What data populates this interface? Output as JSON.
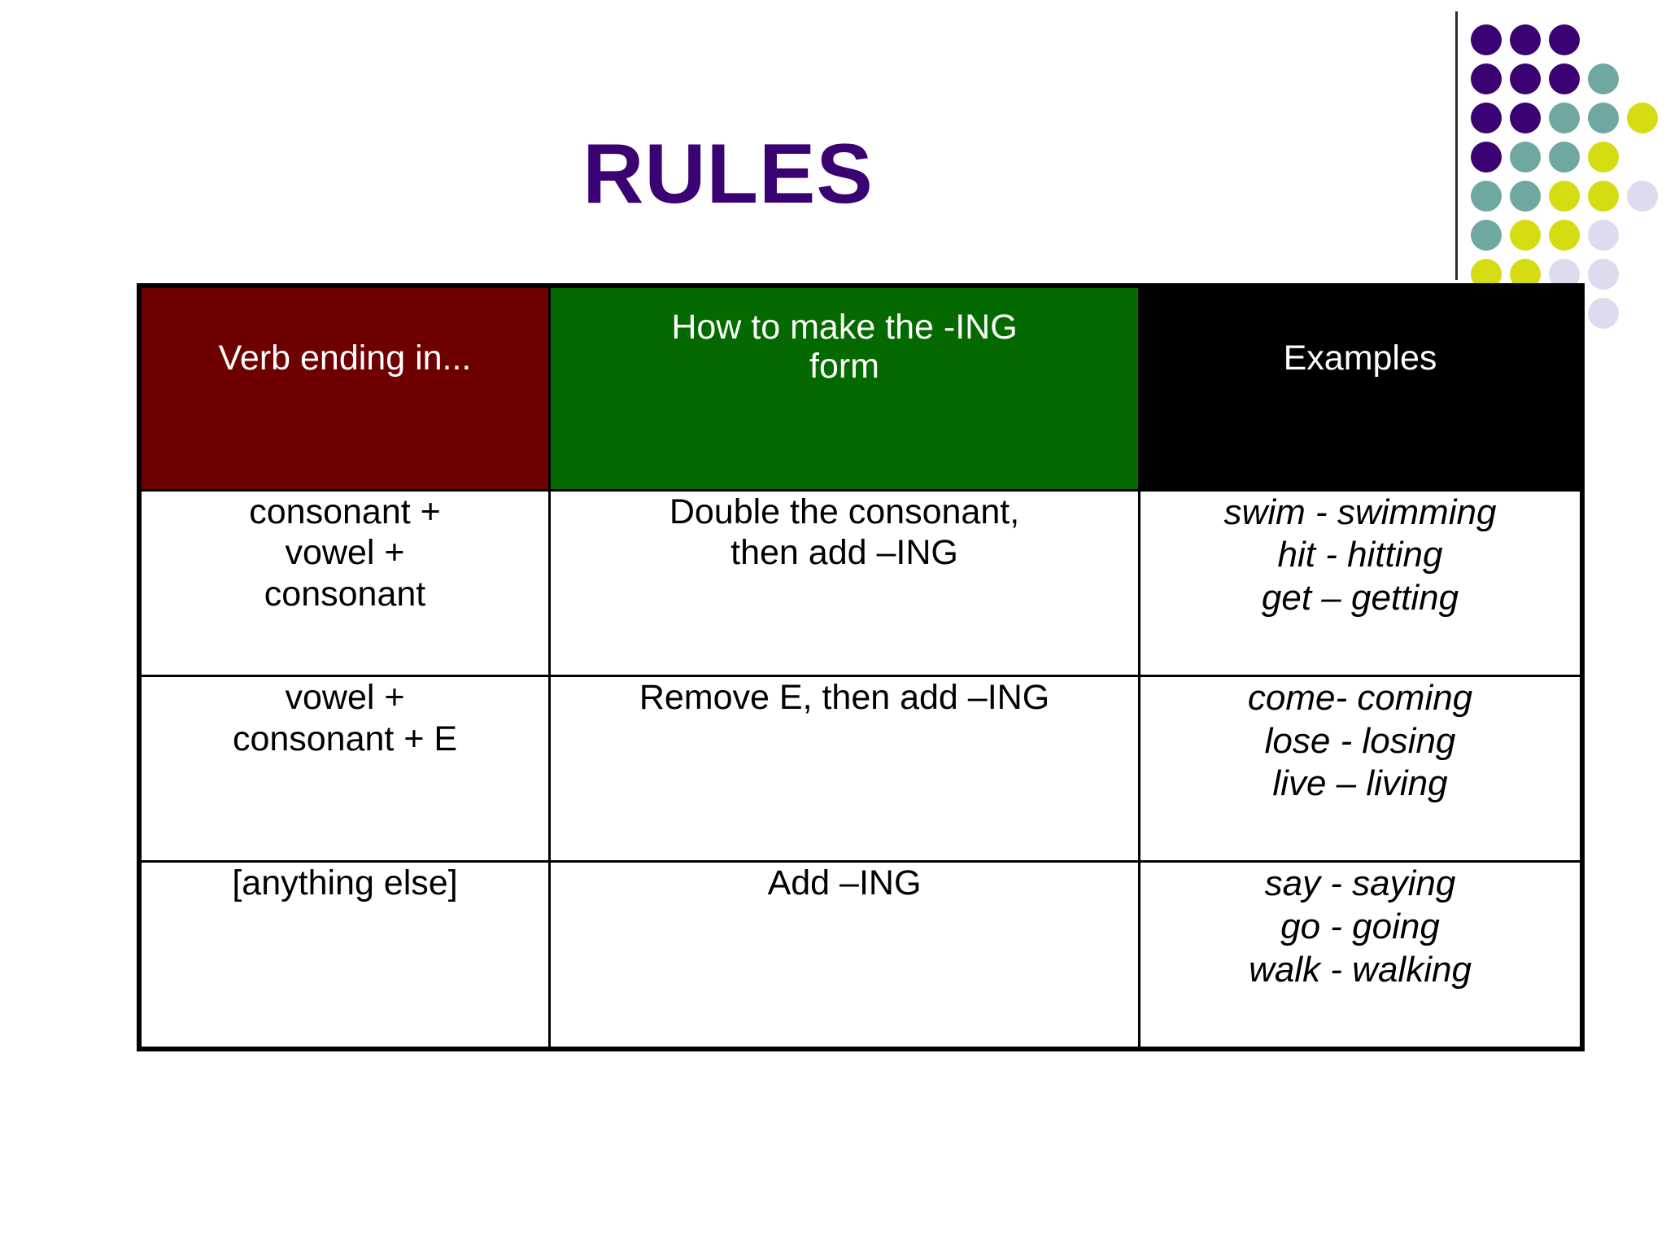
{
  "slide": {
    "title": "RULES",
    "title_color": "#3A0273",
    "background": "#FFFFFF"
  },
  "logo": {
    "name": "dot-grid-logo",
    "colors": {
      "purple": "#3A0273",
      "teal": "#6FA8A0",
      "yellow": "#D6DC12",
      "lavender": "#DCDCEE"
    },
    "rows": [
      [
        "purple",
        "purple",
        "purple"
      ],
      [
        "purple",
        "purple",
        "purple",
        "teal"
      ],
      [
        "purple",
        "purple",
        "teal",
        "teal",
        "yellow"
      ],
      [
        "purple",
        "teal",
        "teal",
        "yellow"
      ],
      [
        "teal",
        "teal",
        "yellow",
        "yellow",
        "lavender"
      ],
      [
        "teal",
        "yellow",
        "yellow",
        "lavender"
      ],
      [
        "yellow",
        "yellow",
        "lavender",
        "lavender"
      ],
      [
        "",
        "lavender",
        "",
        "lavender"
      ]
    ]
  },
  "table": {
    "name": "ing-form-rules-table",
    "headers": [
      {
        "label": "Verb ending in...",
        "bg": "#6F0000",
        "fg": "#FFFFFF",
        "lines": [
          "Verb ending in..."
        ]
      },
      {
        "label": "How to make the -ING form",
        "bg": "#046A00",
        "fg": "#FFFFFF",
        "lines": [
          "How to make the -ING",
          "form"
        ]
      },
      {
        "label": "Examples",
        "bg": "#000000",
        "fg": "#FFFFFF",
        "lines": [
          "Examples"
        ]
      }
    ],
    "rows": [
      {
        "verb_lines": [
          "consonant +",
          "vowel +",
          "consonant"
        ],
        "how_lines": [
          "Double the consonant,",
          "then add –ING"
        ],
        "example_lines": [
          "swim - swimming",
          "hit - hitting",
          "get – getting"
        ]
      },
      {
        "verb_lines": [
          "vowel +",
          "consonant + E"
        ],
        "how_lines": [
          "Remove E, then add –ING"
        ],
        "example_lines": [
          "come- coming",
          "lose - losing",
          "live – living"
        ]
      },
      {
        "verb_lines": [
          "[anything else]"
        ],
        "how_lines": [
          "Add –ING"
        ],
        "example_lines": [
          "say - saying",
          "go - going",
          "walk - walking"
        ]
      }
    ]
  }
}
